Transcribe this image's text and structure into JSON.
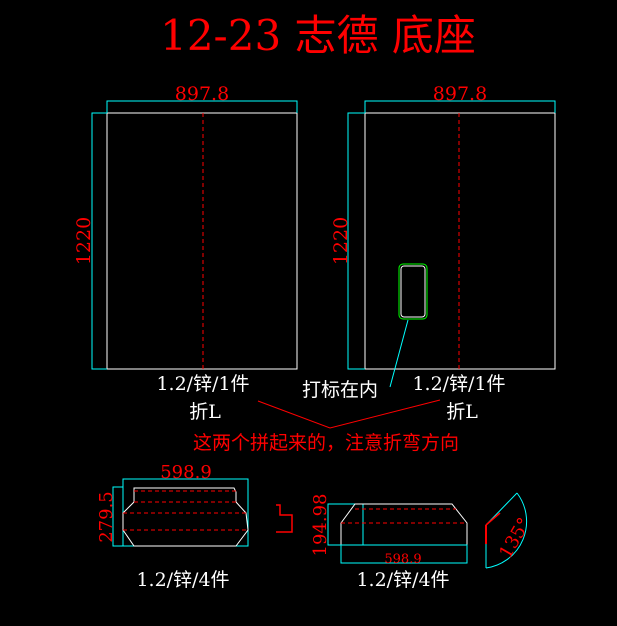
{
  "title": "12-23 志德 底座",
  "colors": {
    "dim": "#ff0000",
    "ext": "#00ffff",
    "part": "#ffffff",
    "mark": "#00ff00"
  },
  "left_panel": {
    "width_dim": "897.8",
    "height_dim": "1220",
    "spec": "1.2/锌/1件",
    "fold": "折L"
  },
  "right_panel": {
    "width_dim": "897.8",
    "height_dim": "1220",
    "spec": "1.2/锌/1件",
    "fold": "折L",
    "marking_note": "打标在内"
  },
  "note": "这两个拼起来的，注意折弯方向",
  "bottom_left_part": {
    "width_dim": "598.9",
    "height_dim": "279.5",
    "spec": "1.2/锌/4件"
  },
  "bottom_right_part": {
    "width_dim": "598.9",
    "height_dim": "194.98",
    "angle_dim": "135°",
    "spec": "1.2/锌/4件"
  }
}
